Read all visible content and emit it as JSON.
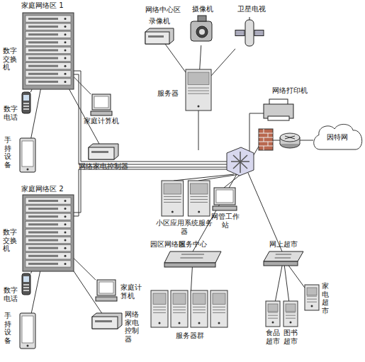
{
  "diagram": {
    "nodes": [
      {
        "text": [
          "数字交换机"
        ]
      },
      {
        "text": [
          "数字电话"
        ]
      },
      {
        "text": [
          "手持设备"
        ]
      },
      {
        "text": [
          "家庭计算机"
        ]
      },
      {
        "text": [
          "网络家电控制器"
        ]
      },
      {
        "text": [
          "数字交换机"
        ]
      },
      {
        "text": [
          "数字电话"
        ]
      },
      {
        "text": [
          "手持设备"
        ]
      },
      {
        "text": [
          "家庭计算机"
        ]
      },
      {
        "text": [
          "网络家电控制器"
        ]
      },
      {
        "text": [
          "录像机"
        ]
      },
      {
        "text": [
          "摄像机"
        ]
      },
      {
        "text": [
          "卫星电视"
        ]
      },
      {
        "text": [
          "服务器"
        ]
      },
      {
        "text": [
          "网络打印机"
        ]
      },
      {
        "text": [
          "因特网"
        ]
      },
      {
        "text": [
          "小区应用系统服务器"
        ]
      },
      {
        "text": [
          "网管工作站"
        ]
      },
      {
        "text": [
          "服务中心"
        ]
      },
      {
        "text": [
          "服务器群"
        ]
      },
      {
        "text": [
          "网上超市"
        ]
      },
      {
        "text": [
          "家电超市"
        ]
      },
      {
        "text": [
          "食品超市"
        ]
      },
      {
        "text": [
          "图书超市"
        ]
      }
    ],
    "edges": [
      {
        "from": 0,
        "to": 1,
        "arrow": "none"
      },
      {
        "from": 0,
        "to": 2,
        "arrow": "none"
      },
      {
        "from": 0,
        "to": 3,
        "arrow": "none"
      },
      {
        "from": 0,
        "to": 4,
        "arrow": "none"
      },
      {
        "from": 5,
        "to": 6,
        "arrow": "none"
      },
      {
        "from": 5,
        "to": 7,
        "arrow": "none"
      },
      {
        "from": 5,
        "to": 8,
        "arrow": "none"
      },
      {
        "from": 5,
        "to": 9,
        "arrow": "none"
      },
      {
        "from": 10,
        "to": 13,
        "arrow": "none"
      },
      {
        "from": 11,
        "to": 13,
        "arrow": "none"
      },
      {
        "from": 12,
        "to": 13,
        "arrow": "none"
      },
      {
        "from": 18,
        "to": 19,
        "arrow": "none"
      },
      {
        "from": 20,
        "to": 21,
        "arrow": "none"
      },
      {
        "from": 20,
        "to": 22,
        "arrow": "none"
      },
      {
        "from": 20,
        "to": 23,
        "arrow": "none"
      }
    ],
    "labels": [
      "家庭网络区 1",
      "家庭网络区 2",
      "网络中心区",
      "园区网络区"
    ]
  }
}
